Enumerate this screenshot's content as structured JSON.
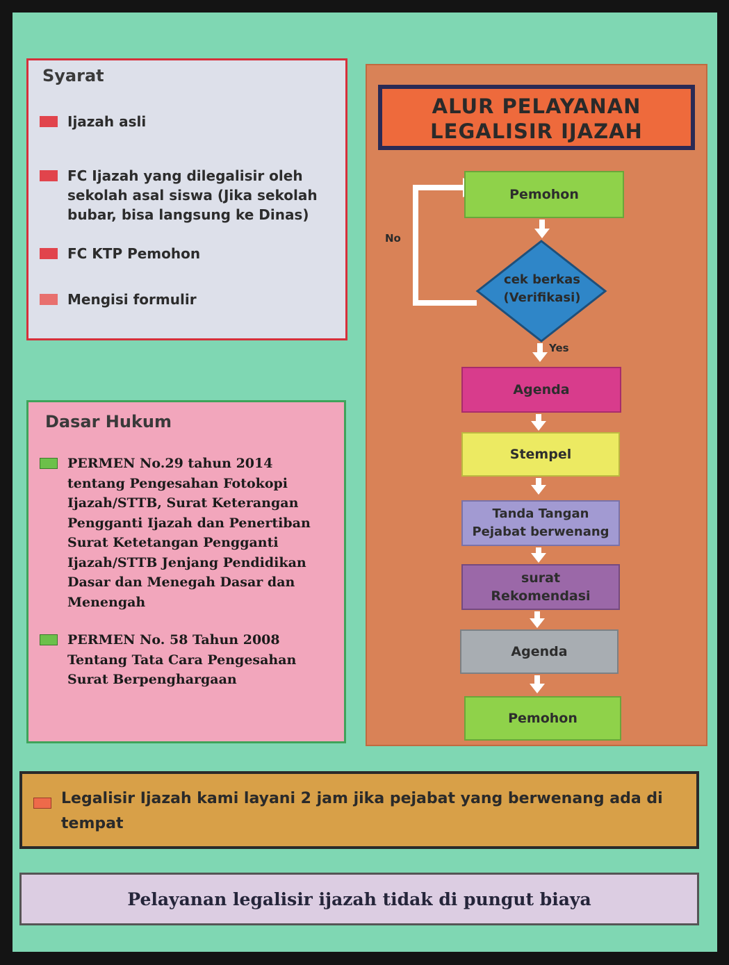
{
  "syarat": {
    "title": "Syarat",
    "items": [
      "Ijazah asli",
      "FC Ijazah yang dilegalisir oleh sekolah asal siswa (Jika sekolah bubar, bisa langsung ke Dinas)",
      "FC KTP Pemohon",
      "Mengisi formulir"
    ]
  },
  "dasar_hukum": {
    "title": "Dasar Hukum",
    "items": [
      "PERMEN No.29 tahun 2014 tentang Pengesahan Fotokopi Ijazah/STTB, Surat Keterangan Pengganti Ijazah dan Penertiban Surat Ketetangan Pengganti Ijazah/STTB Jenjang Pendidikan Dasar dan Menegah Dasar dan Menengah",
      "PERMEN No. 58 Tahun 2008 Tentang Tata Cara Pengesahan Surat Berpenghargaan"
    ]
  },
  "flow": {
    "title_line1": "ALUR PELAYANAN",
    "title_line2": "LEGALISIR IJAZAH",
    "steps": {
      "pemohon1": "Pemohon",
      "decision_line1": "cek berkas",
      "decision_line2": "(Verifikasi)",
      "agenda1": "Agenda",
      "stempel": "Stempel",
      "ttd_line1": "Tanda Tangan",
      "ttd_line2": "Pejabat berwenang",
      "surat_line1": "surat",
      "surat_line2": "Rekomendasi",
      "agenda2": "Agenda",
      "pemohon2": "Pemohon"
    },
    "label_no": "No",
    "label_yes": "Yes",
    "colors": {
      "pemohon": "#8fd24a",
      "decision": "#2f86c8",
      "agenda1": "#d83c8c",
      "stempel": "#ecea62",
      "ttd": "#a29ad2",
      "surat": "#9b68a8",
      "agenda2": "#a8adb2"
    }
  },
  "note": "Legalisir Ijazah kami layani 2 jam jika pejabat yang berwenang ada di tempat",
  "free": "Pelayanan legalisir ijazah tidak di pungut biaya"
}
